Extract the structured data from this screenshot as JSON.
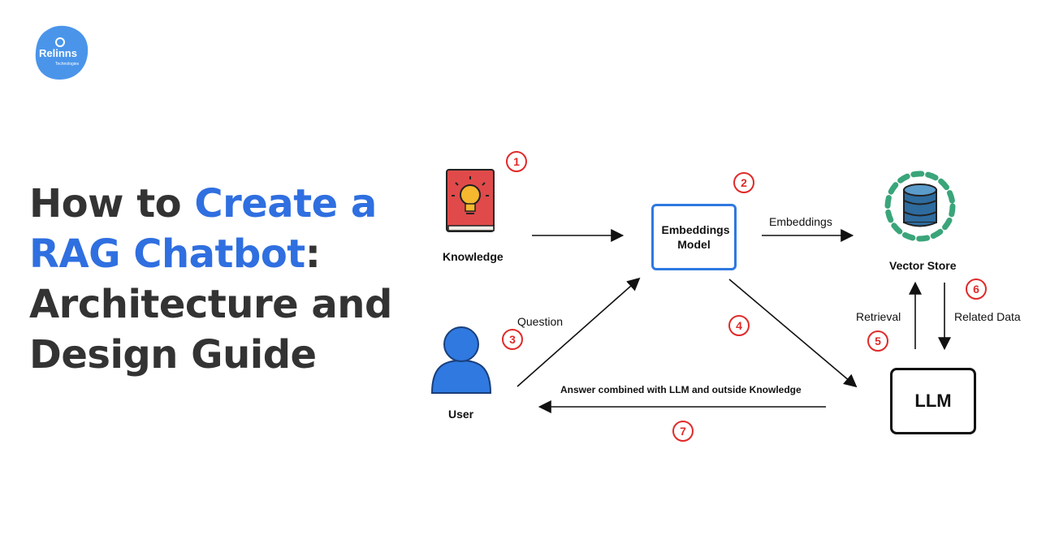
{
  "brand": {
    "logo_text": "Relinns",
    "logo_subtext": "Technologies",
    "color": "#4a95ea"
  },
  "headline": {
    "part1": "How to ",
    "accent1": "Create a",
    "accent2": "RAG Chatbot",
    "part2": ":",
    "line3": "Architecture and",
    "line4": "Design Guide",
    "accent_color": "#2f6fe0",
    "text_color": "#333333"
  },
  "diagram": {
    "nodes": {
      "knowledge": "Knowledge",
      "embeddings_model": "Embeddings Model",
      "vector_store": "Vector Store",
      "user": "User",
      "llm": "LLM"
    },
    "edge_labels": {
      "embeddings": "Embeddings",
      "question": "Question",
      "retrieval": "Retrieval",
      "related_data": "Related Data",
      "answer": "Answer combined with LLM and outside Knowledge"
    },
    "steps": [
      "1",
      "2",
      "3",
      "4",
      "5",
      "6",
      "7"
    ],
    "colors": {
      "step": "#e02a2a",
      "embeddings_border": "#2f79e0",
      "user": "#2f79e0",
      "book": "#e04a4a",
      "bulb": "#f5b82e",
      "db": "#2e6b9e",
      "ring": "#3aa57a"
    }
  }
}
